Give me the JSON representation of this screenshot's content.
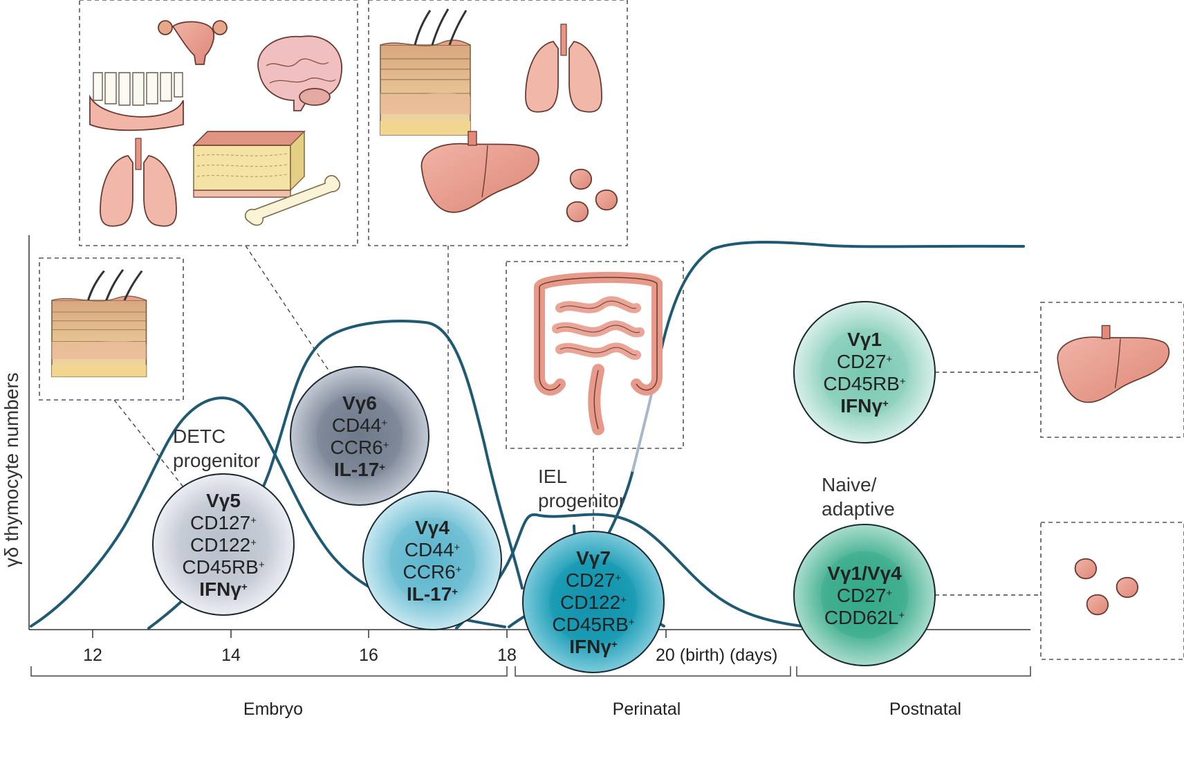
{
  "y_axis_label": "γδ thymocyte numbers",
  "x_ticks": [
    "12",
    "14",
    "16",
    "18",
    "20 (birth) (days)"
  ],
  "phases": [
    "Embryo",
    "Perinatal",
    "Postnatal"
  ],
  "progenitor_labels": {
    "detc": [
      "DETC",
      "progenitor"
    ],
    "iel": [
      "IEL",
      "progenitor"
    ],
    "naive": [
      "Naive/",
      "adaptive"
    ]
  },
  "cells": [
    {
      "id": "vg5",
      "title": "Vγ5",
      "markers": [
        {
          "base": "CD127",
          "sup": "+"
        },
        {
          "base": "CD122",
          "sup": "+"
        },
        {
          "base": "CD45RB",
          "sup": "+"
        }
      ],
      "cytokine": {
        "base": "IFNγ",
        "sup": "+"
      },
      "color": "#c9cdd7"
    },
    {
      "id": "vg6",
      "title": "Vγ6",
      "markers": [
        {
          "base": "CD44",
          "sup": "+"
        },
        {
          "base": "CCR6",
          "sup": "+"
        }
      ],
      "cytokine": {
        "base": "IL-17",
        "sup": "+"
      },
      "color": "#7e8899"
    },
    {
      "id": "vg4",
      "title": "Vγ4",
      "markers": [
        {
          "base": "CD44",
          "sup": "+"
        },
        {
          "base": "CCR6",
          "sup": "+"
        }
      ],
      "cytokine": {
        "base": "IL-17",
        "sup": "+"
      },
      "color": "#6fbfd3"
    },
    {
      "id": "vg7",
      "title": "Vγ7",
      "markers": [
        {
          "base": "CD27",
          "sup": "+"
        },
        {
          "base": "CD122",
          "sup": "+"
        },
        {
          "base": "CD45RB",
          "sup": "+"
        }
      ],
      "cytokine": {
        "base": "IFNγ",
        "sup": "+"
      },
      "color": "#1a9bb3"
    },
    {
      "id": "vg1",
      "title": "Vγ1",
      "markers": [
        {
          "base": "CD27",
          "sup": "+"
        },
        {
          "base": "CD45RB",
          "sup": "+"
        }
      ],
      "cytokine": {
        "base": "IFNγ",
        "sup": "+"
      },
      "color": "#8ccfbd"
    },
    {
      "id": "vg1vg4",
      "title": "Vγ1/Vγ4",
      "markers": [
        {
          "base": "CD27",
          "sup": "+"
        },
        {
          "base": "CDD62L",
          "sup": "+"
        }
      ],
      "cytokine": null,
      "color": "#3fae8e"
    }
  ],
  "colors": {
    "curve": "#1e5a74",
    "curve_faded": "#a9b8c6",
    "organ": "#e79a8a",
    "skin": "#e8c88a"
  },
  "icons": [
    "uterus-icon",
    "teeth-icon",
    "brain-icon",
    "lung-icon",
    "adipose-icon",
    "bone-icon",
    "skin-icon",
    "liver-icon",
    "lymph-node-icon",
    "intestine-icon"
  ]
}
